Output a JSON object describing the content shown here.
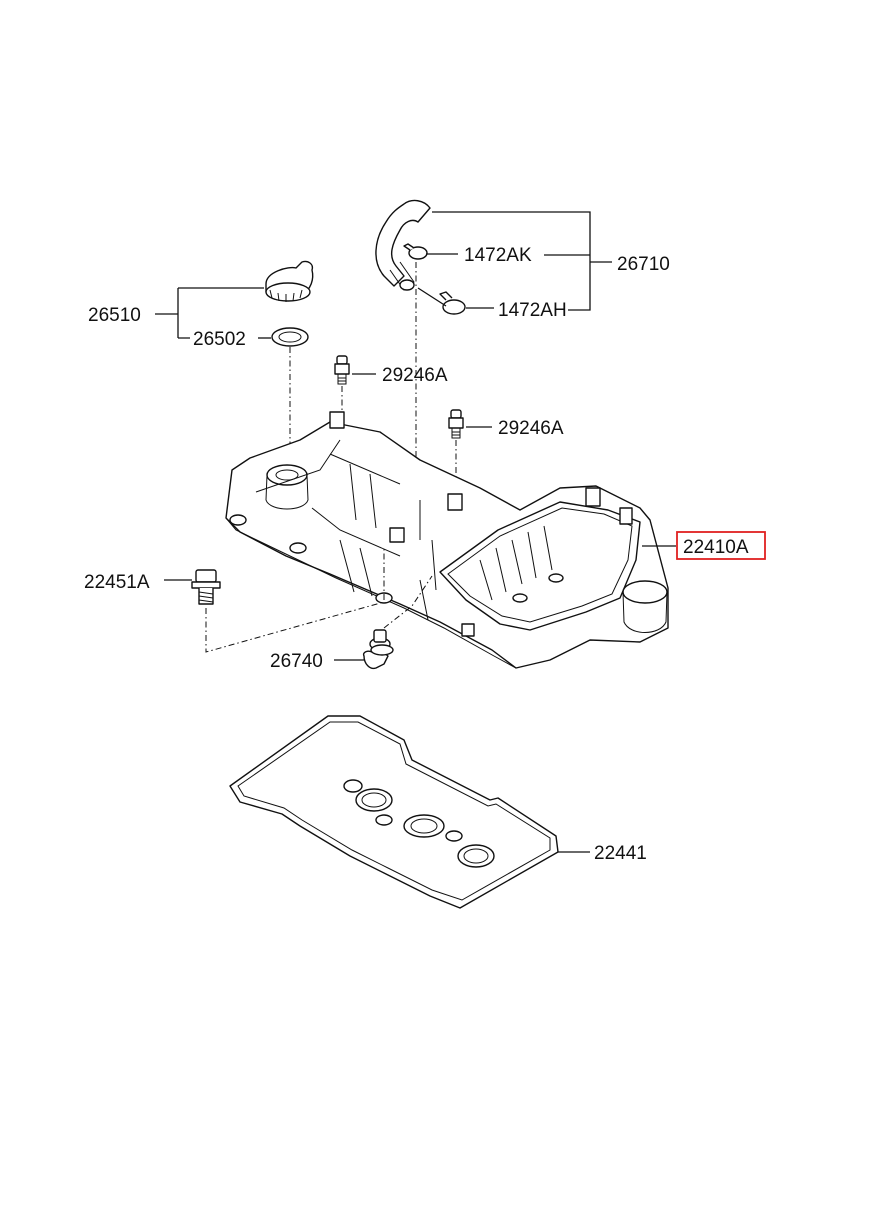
{
  "diagram": {
    "labels": {
      "oil_cap": "26510",
      "cap_gasket": "26502",
      "hose_assembly": "26710",
      "clamp_upper": "1472AK",
      "clamp_lower": "1472AH",
      "stud_upper": "29246A",
      "stud_lower": "29246A",
      "cover": "22410A",
      "bolt": "22451A",
      "pcv_valve": "26740",
      "gasket": "22441"
    },
    "highlight_color": "#e02020"
  }
}
